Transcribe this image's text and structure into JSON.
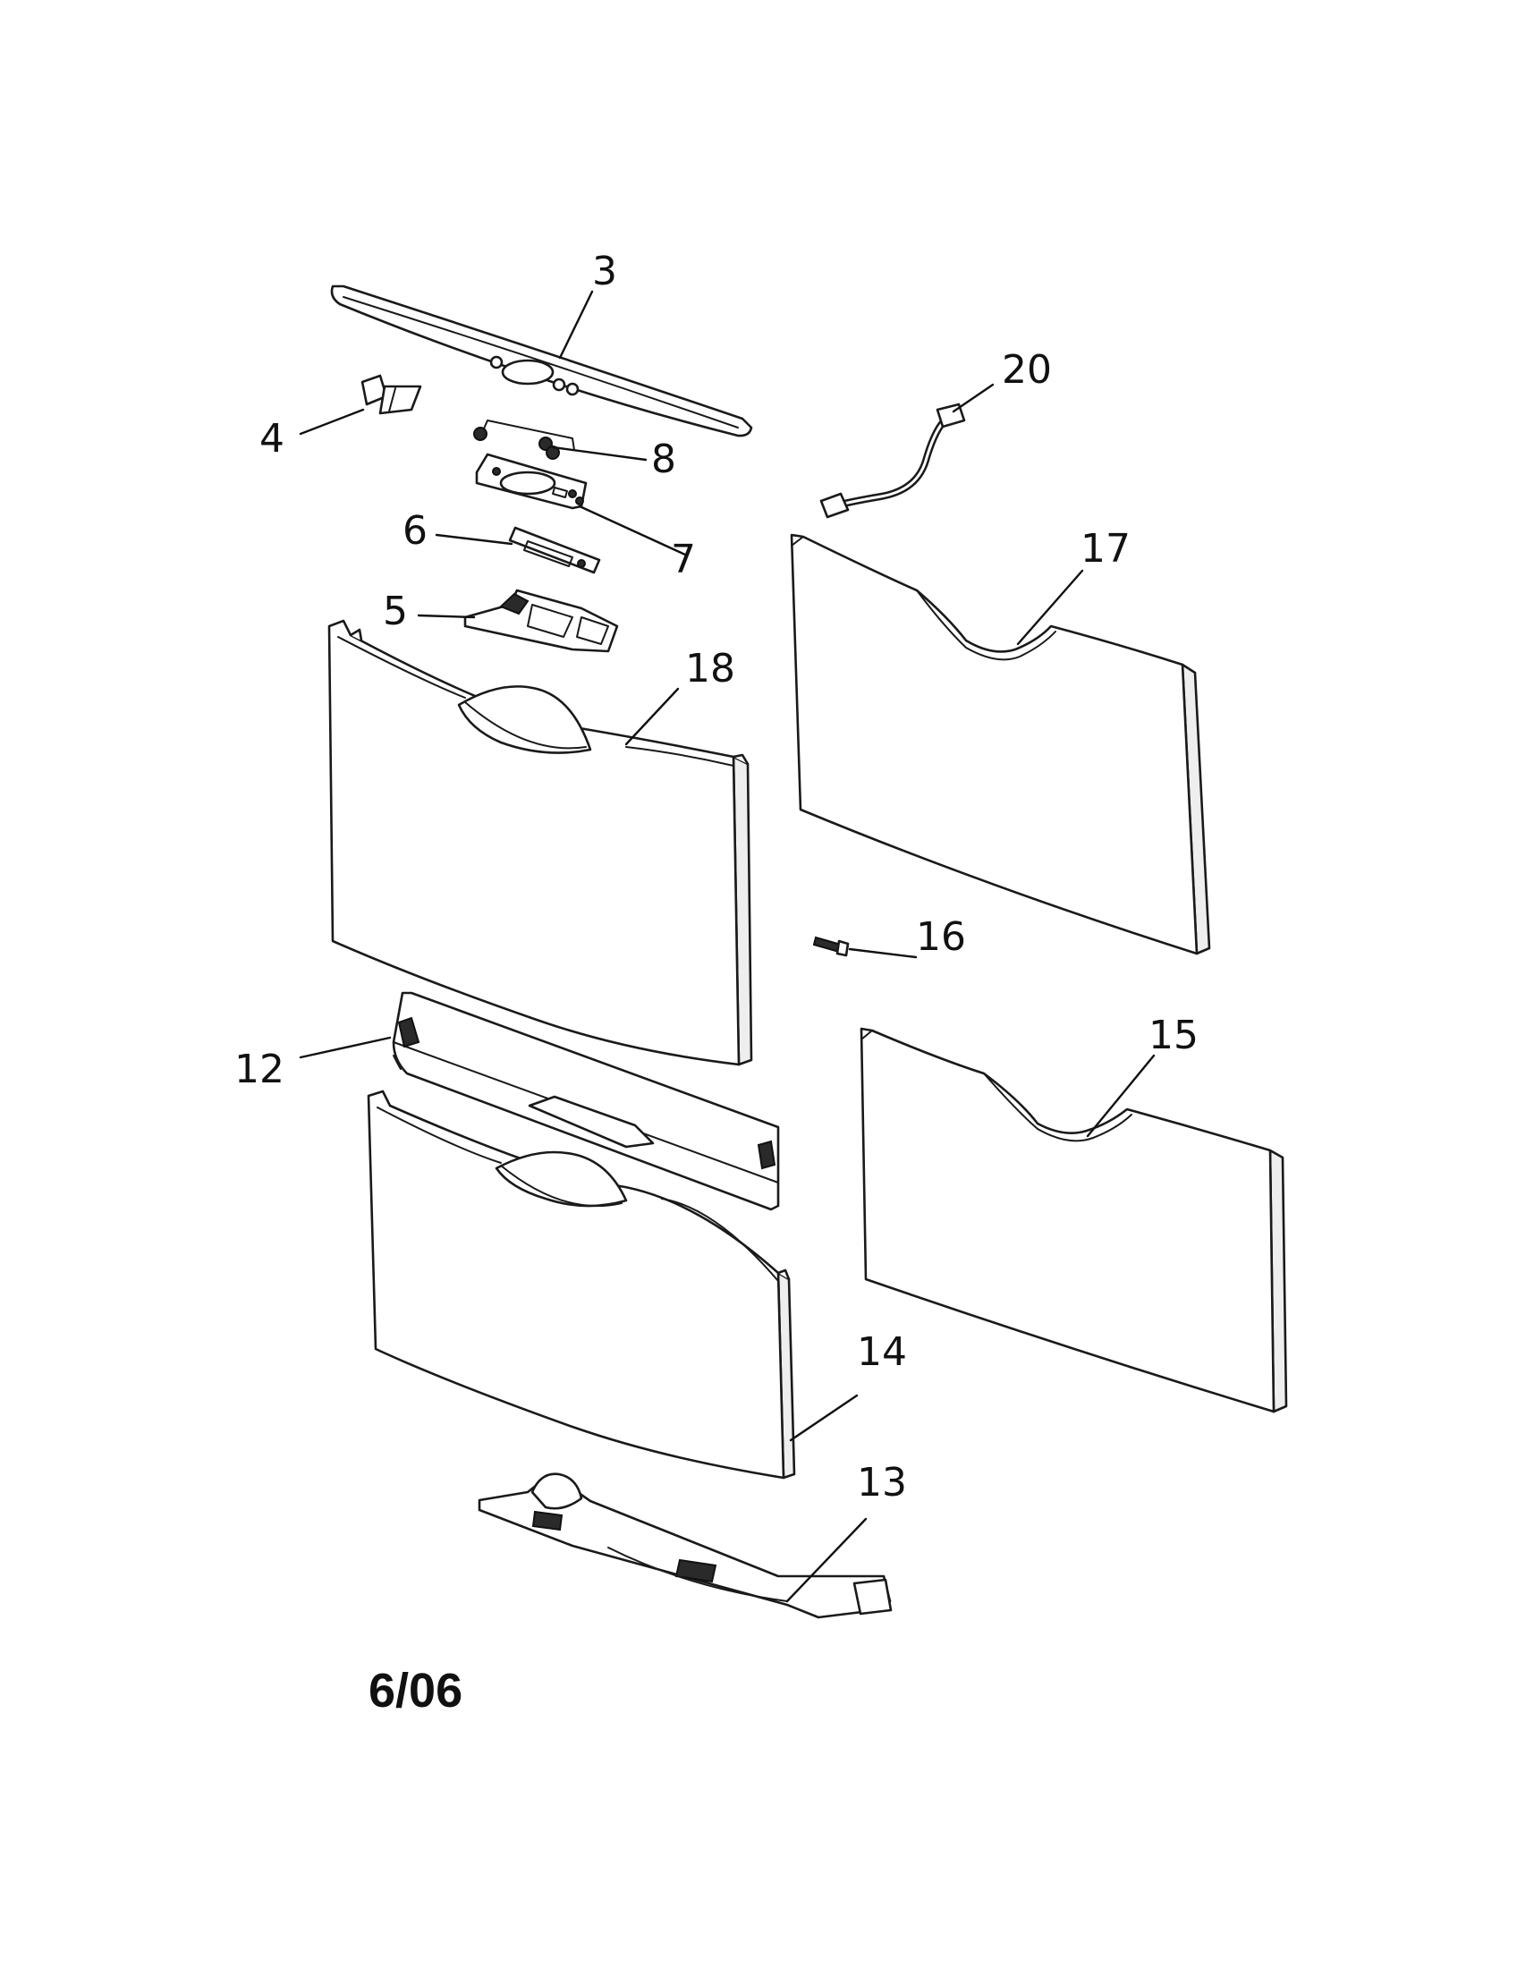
{
  "diagram": {
    "date_code": "6/06",
    "callouts": {
      "c3": "3",
      "c4": "4",
      "c5": "5",
      "c6": "6",
      "c7": "7",
      "c8": "8",
      "c12": "12",
      "c13": "13",
      "c14": "14",
      "c15": "15",
      "c16": "16",
      "c17": "17",
      "c18": "18",
      "c20": "20"
    }
  }
}
